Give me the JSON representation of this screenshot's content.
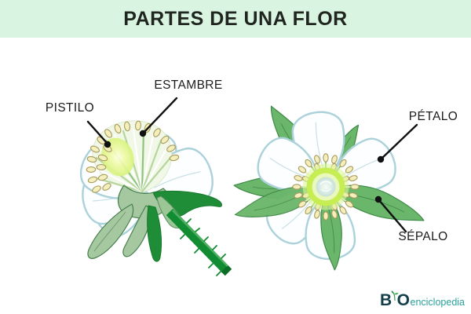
{
  "header": {
    "title": "PARTES DE UNA FLOR"
  },
  "labels": {
    "pistilo": "PISTILO",
    "estambre": "ESTAMBRE",
    "petalo": "PÉTALO",
    "sepalo": "SÉPALO"
  },
  "logo": {
    "b": "B",
    "o": "O",
    "suffix": "enciclopedia"
  },
  "colors": {
    "banner_bg": "#d9f4e0",
    "title_text": "#20261f",
    "label_text": "#1b1b1b",
    "pointer_line": "#111111",
    "petal_outline": "#abd2da",
    "petal_fill": "#fdfeff",
    "sepal_green": "#6ab66a",
    "sage_green": "#a6c8a0",
    "dark_leaf_green": "#1f8c37",
    "stem_green": "#128c33",
    "anther_fill": "#f5efbe",
    "anther_outline": "#a89b5a",
    "center_ring_green": "#c6ee52",
    "pistil_glow": "#eefaa6",
    "logo_dark": "#133f4a",
    "logo_teal": "#2aa39c"
  }
}
